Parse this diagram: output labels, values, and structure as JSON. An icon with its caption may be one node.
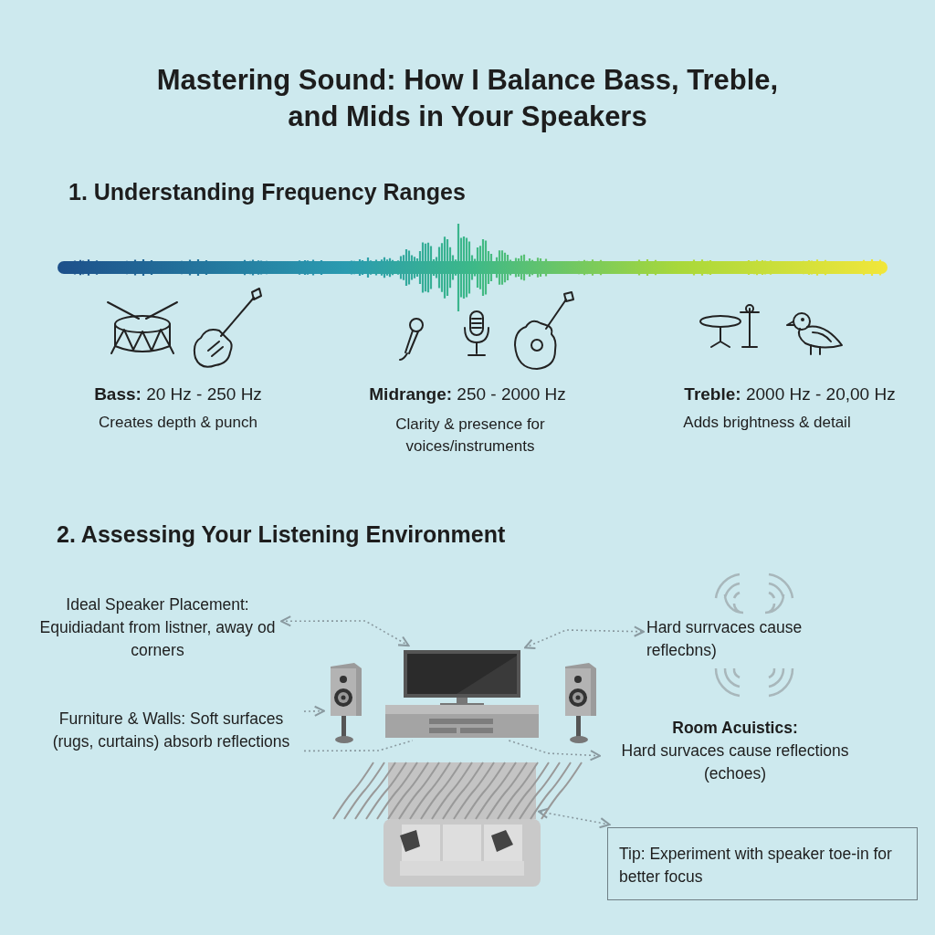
{
  "diagram": {
    "title": "Mastering Sound: How I Balance Bass, Treble, and Mids in Your Speakers",
    "nodes": [
      {
        "text": [
          "Ideal Speaker Placement: Equidiadant from listner, away od corners"
        ]
      },
      {
        "text": [
          "Hard surrvaces cause reflecbns)"
        ]
      },
      {
        "text": [],
        "shape": "picture"
      },
      {
        "text": [],
        "shape": "picture"
      },
      {
        "text": [],
        "shape": "picture"
      },
      {
        "text": [
          "Furniture & Walls: Soft surfaces (rugs, curtains) absorb reflections"
        ]
      },
      {
        "text": [
          "Room Acuistics:",
          "Hard survaces cause reflections (echoes)"
        ]
      },
      {
        "text": [],
        "shape": "picture"
      },
      {
        "text": [
          "Tip: Experiment with speaker toe-in for better focus"
        ]
      }
    ],
    "edges": [
      {
        "from": 0,
        "to": 2,
        "arrow": "both"
      },
      {
        "from": 5,
        "to": 4,
        "arrow": "to"
      },
      {
        "from": 5,
        "to": 3,
        "arrow": "none"
      },
      {
        "from": 2,
        "to": 1,
        "arrow": "both"
      },
      {
        "from": 3,
        "to": 6,
        "arrow": "to"
      },
      {
        "from": 8,
        "to": 7,
        "arrow": "both"
      }
    ],
    "labels": [
      "1. Understanding Frequency Ranges",
      "**Bass:** 20 Hz - 250 Hz",
      "Creates depth & punch",
      "**Midrange:** 250 - 2000 Hz",
      "Clarity & presence for voices/instruments",
      "**Treble:** 2000 Hz - 20,00 Hz",
      "Adds brightness & detail",
      "2. Assessing Your Listening Environment"
    ]
  }
}
